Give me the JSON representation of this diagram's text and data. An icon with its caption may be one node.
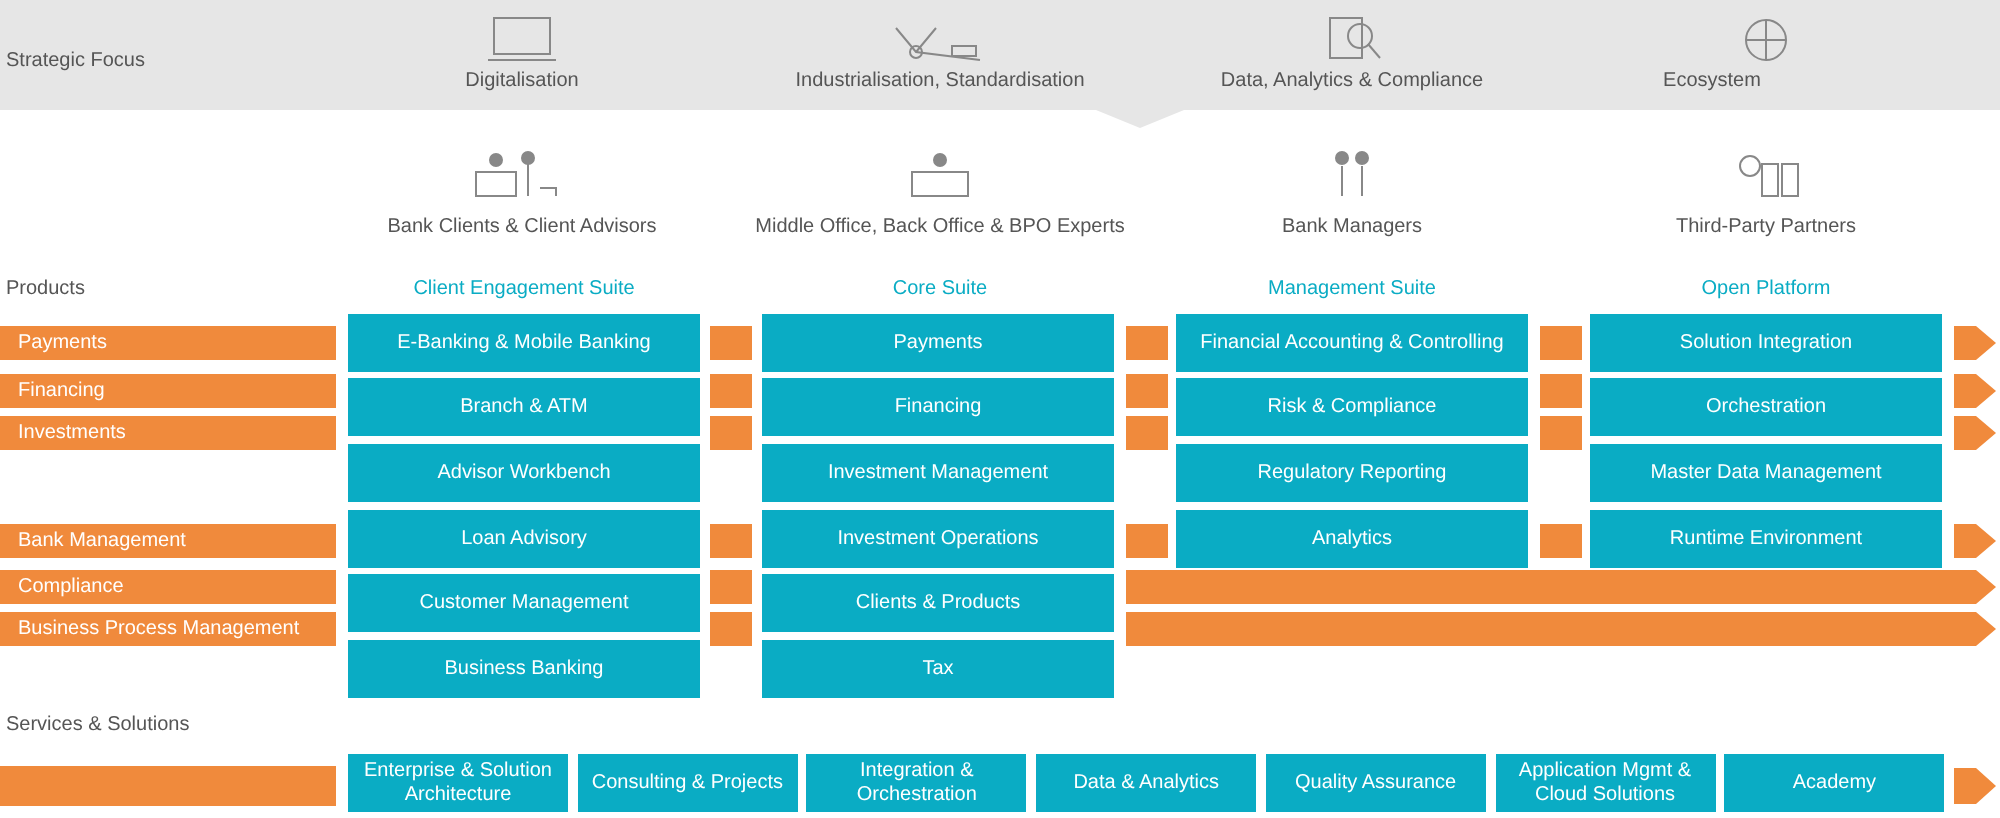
{
  "diagram": {
    "nodes": [
      {
        "text": [
          "Payments"
        ]
      },
      {
        "text": [
          "Financing"
        ]
      },
      {
        "text": [
          "Investments"
        ]
      },
      {
        "text": [
          "Bank Management"
        ]
      },
      {
        "text": [
          "Compliance"
        ]
      },
      {
        "text": [
          "Business Process Management"
        ]
      },
      {
        "text": [
          "E-Banking & Mobile Banking"
        ]
      },
      {
        "text": [
          "Branch & ATM"
        ]
      },
      {
        "text": [
          "Advisor Workbench"
        ]
      },
      {
        "text": [
          "Loan Advisory"
        ]
      },
      {
        "text": [
          "Customer Management"
        ]
      },
      {
        "text": [
          "Business Banking"
        ]
      },
      {
        "text": [
          "Payments"
        ]
      },
      {
        "text": [
          "Financing"
        ]
      },
      {
        "text": [
          "Investment Management"
        ]
      },
      {
        "text": [
          "Investment Operations"
        ]
      },
      {
        "text": [
          "Clients & Products"
        ]
      },
      {
        "text": [
          "Tax"
        ]
      },
      {
        "text": [
          "Financial Accounting & Controlling"
        ]
      },
      {
        "text": [
          "Risk & Compliance"
        ]
      },
      {
        "text": [
          "Regulatory Reporting"
        ]
      },
      {
        "text": [
          "Analytics"
        ]
      },
      {
        "text": [
          "Solution Integration"
        ]
      },
      {
        "text": [
          "Orchestration"
        ]
      },
      {
        "text": [
          "Master Data Management"
        ]
      },
      {
        "text": [
          "Runtime Environment"
        ]
      },
      {
        "text": [
          "Enterprise & Solution Architecture"
        ]
      },
      {
        "text": [
          "Consulting & Projects"
        ]
      },
      {
        "text": [
          "Integration & Orchestration"
        ]
      },
      {
        "text": [
          "Data & Analytics"
        ]
      },
      {
        "text": [
          "Quality Assurance"
        ]
      },
      {
        "text": [
          "Application Mgmt & Cloud Solutions"
        ]
      },
      {
        "text": [
          "Academy"
        ]
      },
      {
        "text": [],
        "shape": "bar"
      }
    ],
    "labels": [
      "Strategic Focus",
      "Digitalisation",
      "Industrialisation, Standardisation",
      "Data, Analytics & Compliance",
      "Ecosystem",
      "Bank Clients & Client Advisors",
      "Middle Office, Back Office & BPO Experts",
      "Bank Managers",
      "Third-Party Partners",
      "Products",
      "Client Engagement Suite",
      "Core Suite",
      "Management Suite",
      "Open Platform",
      "Services & Solutions"
    ]
  }
}
